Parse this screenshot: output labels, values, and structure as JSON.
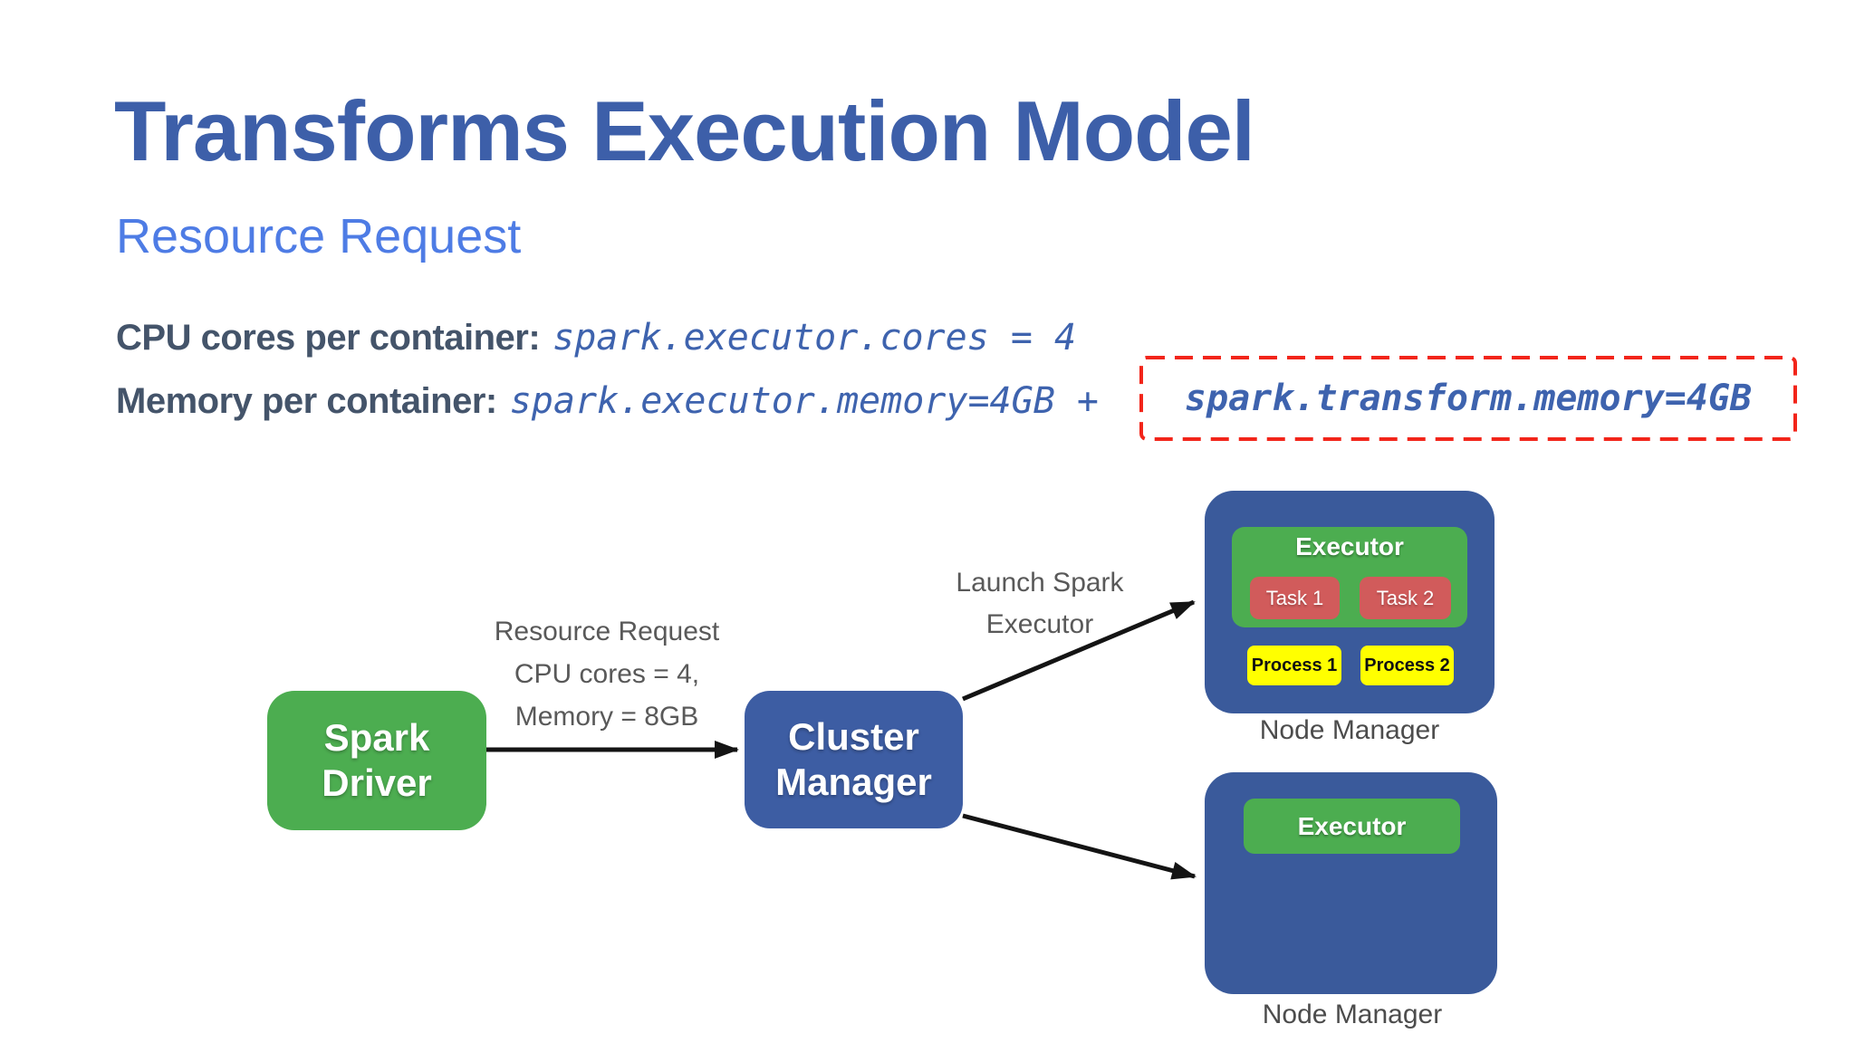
{
  "slide": {
    "title": "Transforms Execution Model",
    "subtitle": "Resource Request",
    "config": {
      "cpu": {
        "label": "CPU cores per container:",
        "code": "spark.executor.cores = 4"
      },
      "memory": {
        "label": "Memory per container:",
        "code": "spark.executor.memory=4GB +",
        "highlighted_code": "spark.transform.memory=4GB"
      }
    }
  },
  "diagram": {
    "spark_driver": {
      "line1": "Spark",
      "line2": "Driver"
    },
    "cluster_manager": {
      "line1": "Cluster",
      "line2": "Manager"
    },
    "resource_request_note": {
      "line1": "Resource Request",
      "line2": "CPU cores = 4,",
      "line3": "Memory = 8GB"
    },
    "launch_note": {
      "line1": "Launch Spark",
      "line2": "Executor"
    },
    "node_manager_top": {
      "executor_label": "Executor",
      "tasks": [
        "Task 1",
        "Task 2"
      ],
      "processes": [
        "Process 1",
        "Process 2"
      ],
      "caption": "Node Manager"
    },
    "node_manager_bottom": {
      "executor_label": "Executor",
      "caption": "Node Manager"
    }
  },
  "colors": {
    "title_blue": "#3D5FA9",
    "subtitle_blue": "#4E7CE5",
    "label_slate": "#44546A",
    "code_blue": "#3E63AE",
    "highlight_red": "#F2251A",
    "green": "#4CAD50",
    "cluster_blue": "#3D5DA3",
    "container_blue": "#3A5A9B",
    "task_red": "#D15B5B",
    "process_yellow": "#FFFF00",
    "note_gray": "#595959",
    "caption_gray": "#4C4C4C",
    "arrow_black": "#141414"
  }
}
